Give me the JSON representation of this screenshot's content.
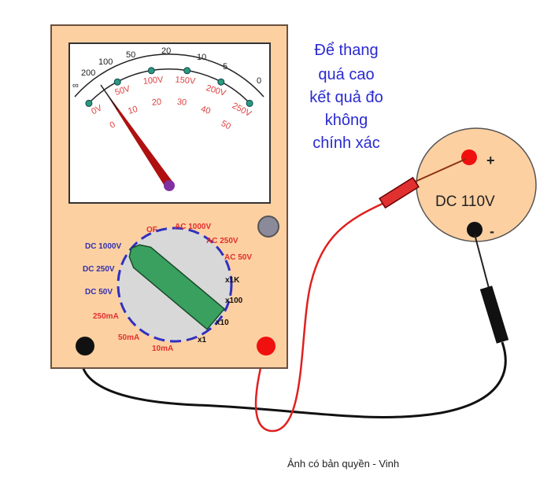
{
  "note_lines": [
    "Để thang",
    "quá cao",
    "kết quả đo",
    "không",
    "chính xác"
  ],
  "ohm_scale": [
    "∞",
    "200",
    "100",
    "50",
    "20",
    "10",
    "5",
    "0"
  ],
  "volt_scale": [
    "0V",
    "50V",
    "100V",
    "150V",
    "200V",
    "250V"
  ],
  "ma_scale": [
    "0",
    "10",
    "20",
    "30",
    "40",
    "50"
  ],
  "dial": {
    "off": "OF",
    "ac": [
      "AC 1000V",
      "AC 250V",
      "AC 50V"
    ],
    "ohm": [
      "x1K",
      "x100",
      "x10",
      "x1"
    ],
    "ma": [
      "10mA",
      "50mA",
      "250mA"
    ],
    "dc": [
      "DC 50V",
      "DC 250V",
      "DC 1000V"
    ]
  },
  "source": {
    "label": "DC 110V",
    "plus": "+",
    "minus": "-"
  },
  "caption": "Ảnh có bản quyền - Vinh",
  "colors": {
    "body": "#fdd0a2",
    "note": "#2a2ad0",
    "dial_ring": "#3030c0",
    "pointer": "#3aa060"
  }
}
